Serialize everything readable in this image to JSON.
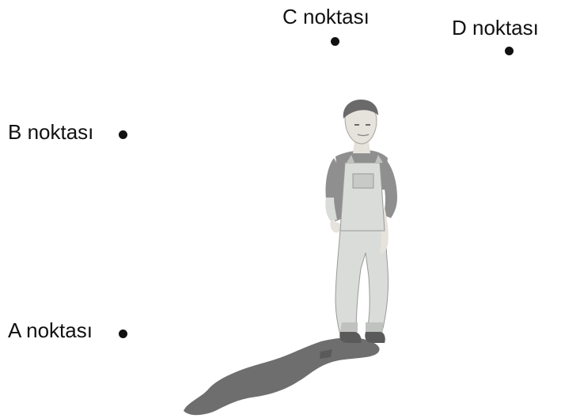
{
  "points": {
    "a": {
      "label": "A noktası"
    },
    "b": {
      "label": "B noktası"
    },
    "c": {
      "label": "C noktası"
    },
    "d": {
      "label": "D noktası"
    }
  },
  "figure": {
    "person": "man-in-overalls",
    "shadow_color": "#6e6e6e",
    "overall_color": "#d9dcd8",
    "shirt_color": "#8f8f8f"
  }
}
